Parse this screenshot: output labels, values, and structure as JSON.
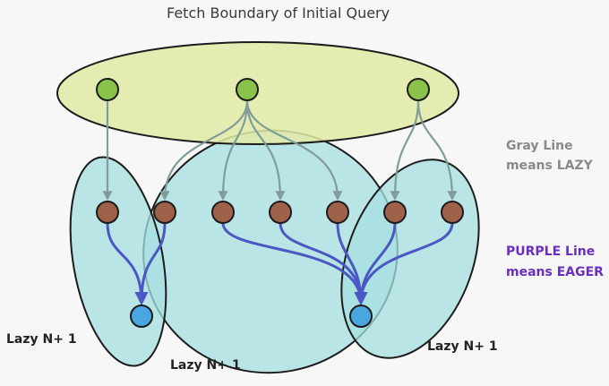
{
  "diagram": {
    "title": "Fetch Boundary of Initial Query",
    "legend": {
      "gray_line_1": "Gray Line",
      "gray_line_2": "means LAZY",
      "purple_line_1": "PURPLE Line",
      "purple_line_2": "means EAGER"
    },
    "captions": {
      "left_group": "Lazy N+ 1",
      "middle_group": "Lazy N+ 1",
      "right_group": "Lazy N+ 1"
    },
    "colors": {
      "background": "#f7f7f7",
      "fetch_boundary_fill": "#e2eaa6",
      "group_fill": "#a6dfe0",
      "root_node": "#8bc34a",
      "child_node": "#a0614a",
      "leaf_node": "#4aa6e0",
      "lazy_line": "#7f9d9a",
      "eager_line": "#4b57c2"
    }
  }
}
